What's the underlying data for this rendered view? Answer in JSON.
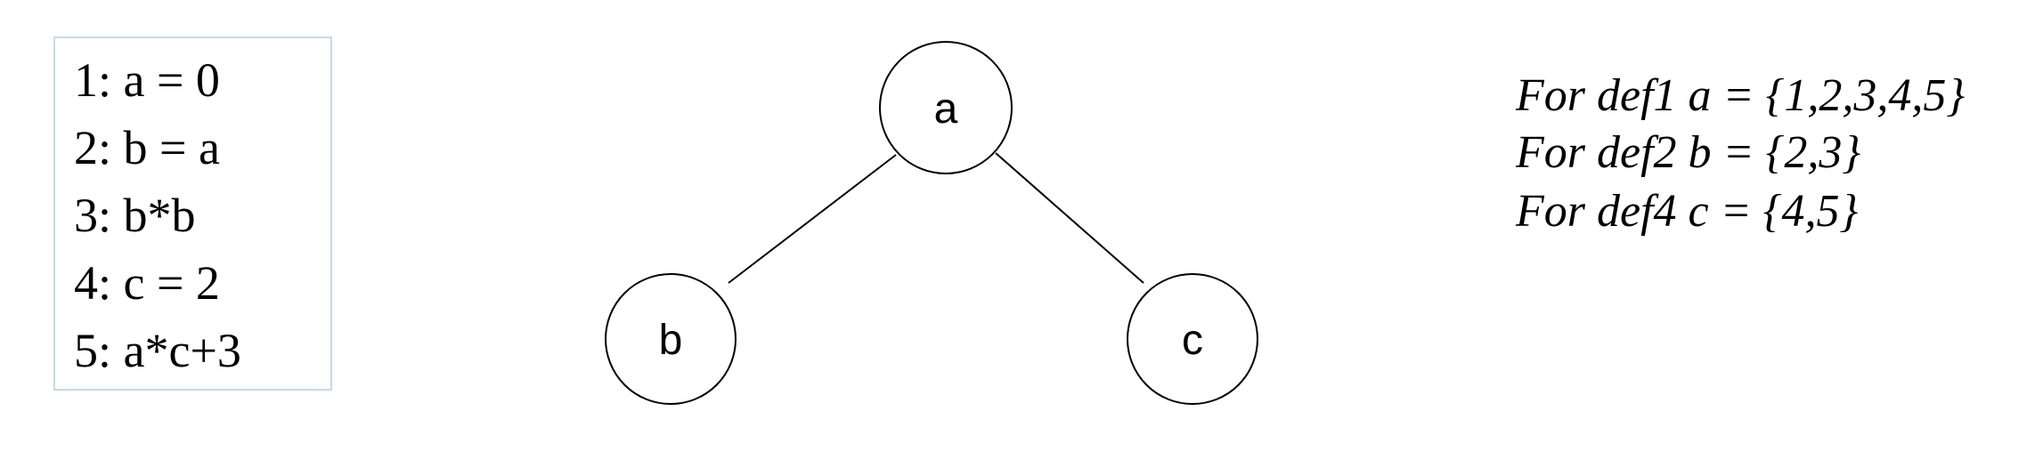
{
  "code": {
    "lines": [
      "1: a = 0",
      "2: b = a",
      "3: b*b",
      "4: c = 2",
      "5: a*c+3"
    ]
  },
  "tree": {
    "nodes": [
      {
        "id": "a",
        "label": "a"
      },
      {
        "id": "b",
        "label": "b"
      },
      {
        "id": "c",
        "label": "c"
      }
    ],
    "edges": [
      {
        "from": "a",
        "to": "b"
      },
      {
        "from": "a",
        "to": "c"
      }
    ]
  },
  "definitions": {
    "lines": [
      "For def1 a = {1,2,3,4,5}",
      "For def2 b = {2,3}",
      "For def4 c = {4,5}"
    ]
  }
}
